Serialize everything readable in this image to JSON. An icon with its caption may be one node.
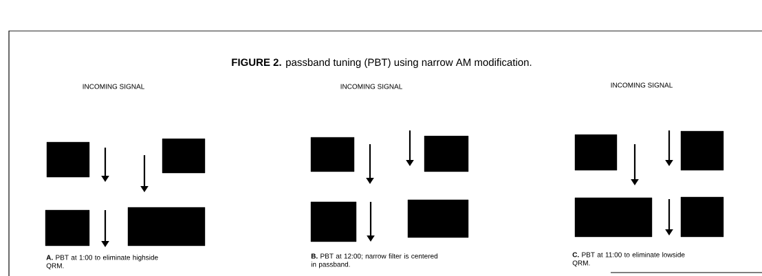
{
  "diagram": {
    "title": "**FIGURE 2.** passband tuning (PBT) using narrow AM modification.",
    "nodes": [
      {
        "text": [],
        "shape": "box"
      },
      {
        "text": [],
        "shape": "box"
      },
      {
        "text": [],
        "shape": "box"
      },
      {
        "text": [],
        "shape": "box"
      },
      {
        "text": [],
        "shape": "box"
      },
      {
        "text": [],
        "shape": "box"
      },
      {
        "text": [],
        "shape": "box"
      },
      {
        "text": [],
        "shape": "box"
      },
      {
        "text": [],
        "shape": "box"
      },
      {
        "text": [],
        "shape": "box"
      },
      {
        "text": [],
        "shape": "box"
      },
      {
        "text": [],
        "shape": "box"
      }
    ],
    "labels": [
      "INCOMING SIGNAL",
      "INCOMING SIGNAL",
      "INCOMING SIGNAL",
      "**A.** PBT at 1:00 to eliminate highside QRM.",
      "**B.** PBT at 12:00; narrow filter is centered in passband.",
      "**C.** PBT at 11:00 to eliminate lowside QRM."
    ]
  }
}
